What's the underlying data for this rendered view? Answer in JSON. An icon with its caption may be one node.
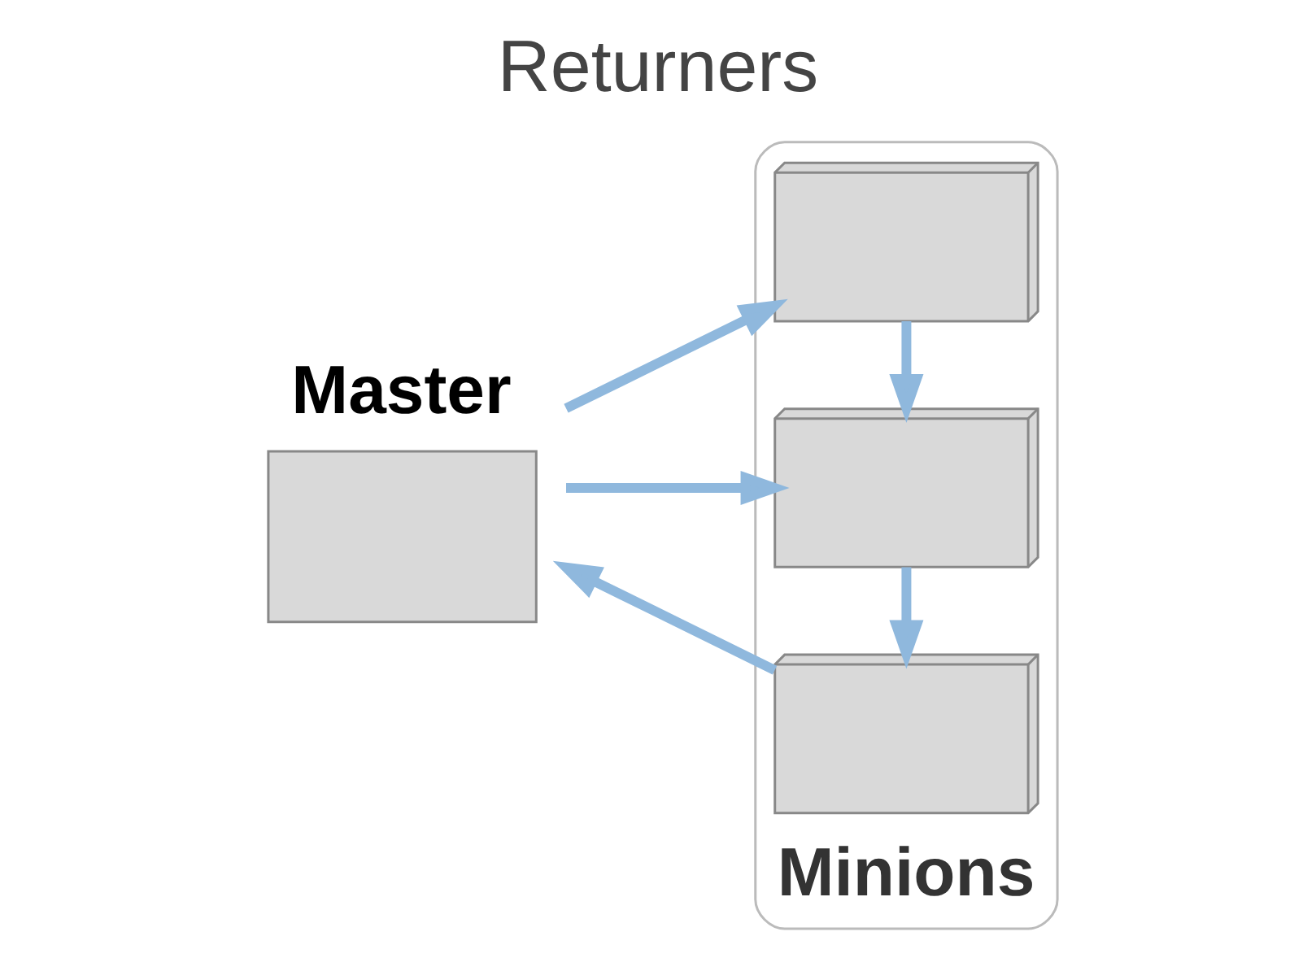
{
  "diagram": {
    "title": "Returners",
    "nodes": [
      {
        "text": [
          "Master"
        ]
      },
      {
        "text": [
          "Minions"
        ]
      },
      {
        "text": [],
        "shape": "picture",
        "in": 1
      },
      {
        "text": [],
        "shape": "picture",
        "in": 1
      },
      {
        "text": [],
        "shape": "picture",
        "in": 1
      }
    ],
    "edges": [
      {
        "from": 0,
        "to": 2,
        "arrow": "to"
      },
      {
        "from": 0,
        "to": 3,
        "arrow": "to"
      },
      {
        "from": 2,
        "to": 3,
        "arrow": "to"
      },
      {
        "from": 3,
        "to": 4,
        "arrow": "to"
      },
      {
        "from": 4,
        "to": 0,
        "arrow": "to"
      }
    ]
  }
}
